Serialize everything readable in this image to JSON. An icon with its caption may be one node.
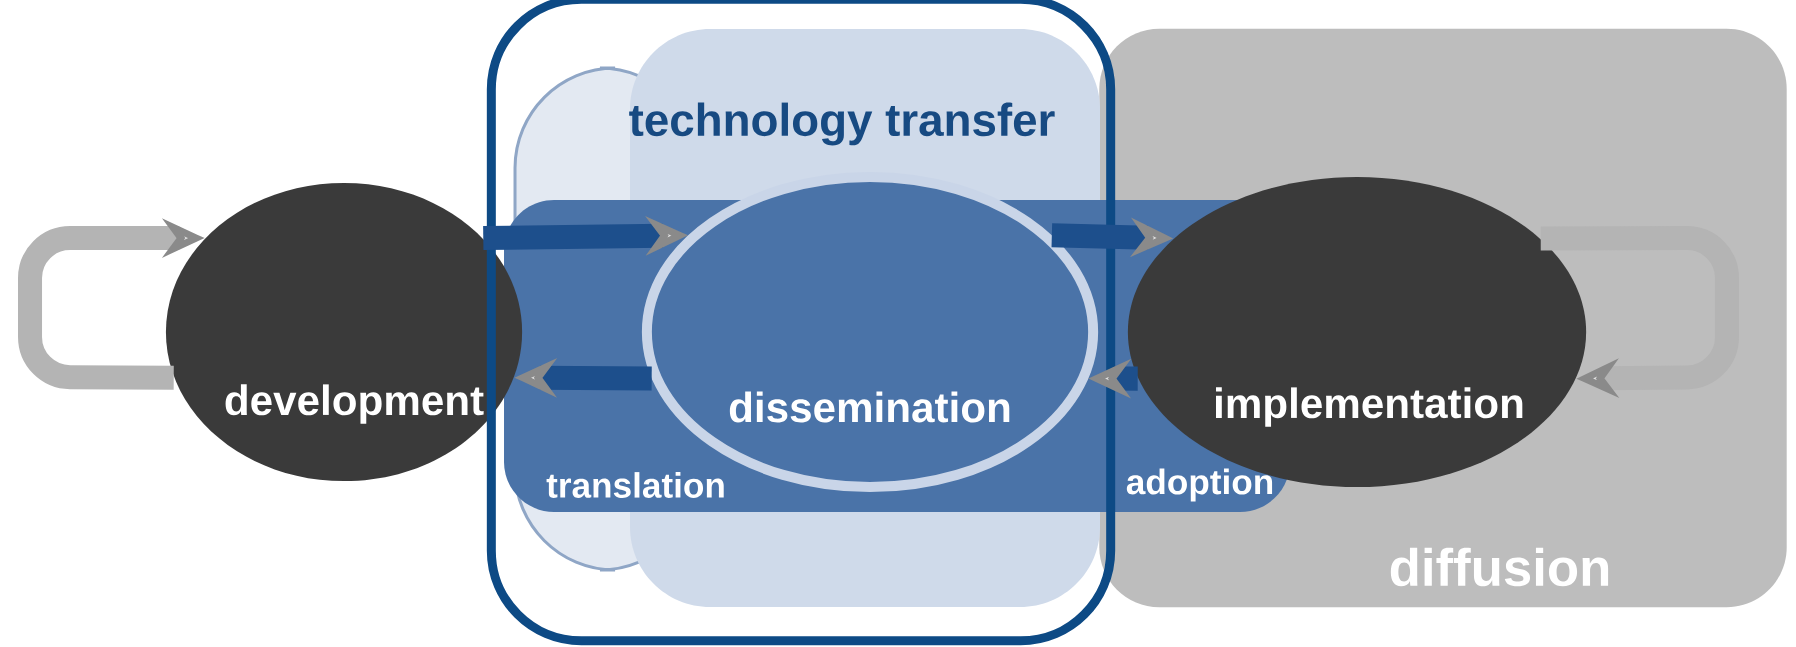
{
  "diagram": {
    "nodes": [
      {
        "text": [
          "technology transfer"
        ]
      },
      {
        "text": [
          "development"
        ]
      },
      {
        "text": [
          "dissemination"
        ],
        "in": 0
      },
      {
        "text": [
          "diffusion"
        ]
      },
      {
        "text": [
          "implementation"
        ],
        "in": 3
      }
    ],
    "edges": [
      {
        "from": 1,
        "to": 2,
        "arrow": "to"
      },
      {
        "from": 2,
        "to": 4,
        "arrow": "to"
      },
      {
        "from": 4,
        "to": 2,
        "arrow": "to"
      },
      {
        "from": 2,
        "to": 1,
        "arrow": "to"
      },
      {
        "from": 1,
        "to": 1,
        "arrow": "to",
        "color": "#b4b4b4"
      },
      {
        "from": 4,
        "to": 4,
        "arrow": "to",
        "color": "#b4b4b4"
      }
    ],
    "labels": [
      "translation",
      "adoption"
    ]
  }
}
